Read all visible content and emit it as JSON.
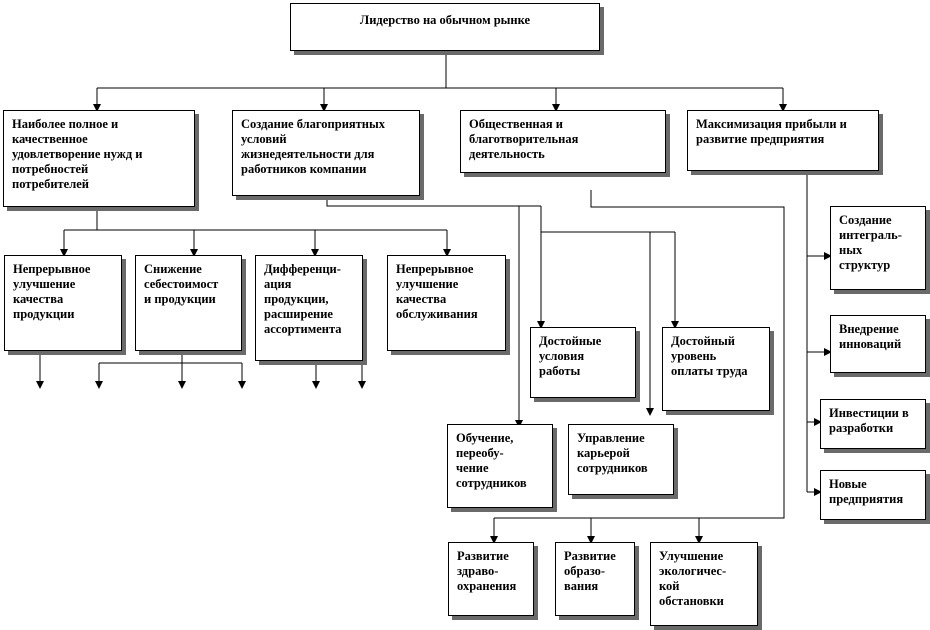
{
  "root": {
    "label": "Лидерство на обычном  рынке"
  },
  "level1": [
    {
      "id": "n1",
      "label": "Наиболее полное  и\nкачественное\nудовлетворение нужд и\nпотребностей\nпотребителей"
    },
    {
      "id": "n2",
      "label": "Создание благоприятных\nусловий\nжизнедеятельности для\nработников компании"
    },
    {
      "id": "n3",
      "label": "Общественная и\nблаготворительная\nдеятельность"
    },
    {
      "id": "n4",
      "label": "Максимизация прибыли и\nразвитие предприятия"
    }
  ],
  "consumer_branch": [
    {
      "id": "c1",
      "label": "Непрерывное\nулучшение\nкачества\nпродукции"
    },
    {
      "id": "c2",
      "label": "Снижение\nсебестоимост\nи продукции"
    },
    {
      "id": "c3",
      "label": "Дифференци-\nация\nпродукции,\nрасширение\nассортимента"
    },
    {
      "id": "c4",
      "label": "Непрерывное\nулучшение\nкачества\nобслуживания"
    }
  ],
  "employee_branch": [
    {
      "id": "e1",
      "label": "Достойные\nусловия\nработы"
    },
    {
      "id": "e2",
      "label": "Достойный\nуровень\nоплаты труда"
    },
    {
      "id": "e3",
      "label": "Обучение,\nпереобу-\nчение\nсотрудников"
    },
    {
      "id": "e4",
      "label": "Управление\nкарьерой\nсотрудников"
    }
  ],
  "social_branch": [
    {
      "id": "s1",
      "label": "Развитие\nздраво-\nохранения"
    },
    {
      "id": "s2",
      "label": "Развитие\nобразо-\nвания"
    },
    {
      "id": "s3",
      "label": "Улучшение\nэкологичес-\nкой\nобстановки"
    }
  ],
  "profit_branch": [
    {
      "id": "p1",
      "label": "Создание\nинтеграль-\nных\nструктур"
    },
    {
      "id": "p2",
      "label": "Внедрение\nинноваций"
    },
    {
      "id": "p3",
      "label": "Инвестиции в\nразработки"
    },
    {
      "id": "p4",
      "label": "Новые\nпредприятия"
    }
  ]
}
